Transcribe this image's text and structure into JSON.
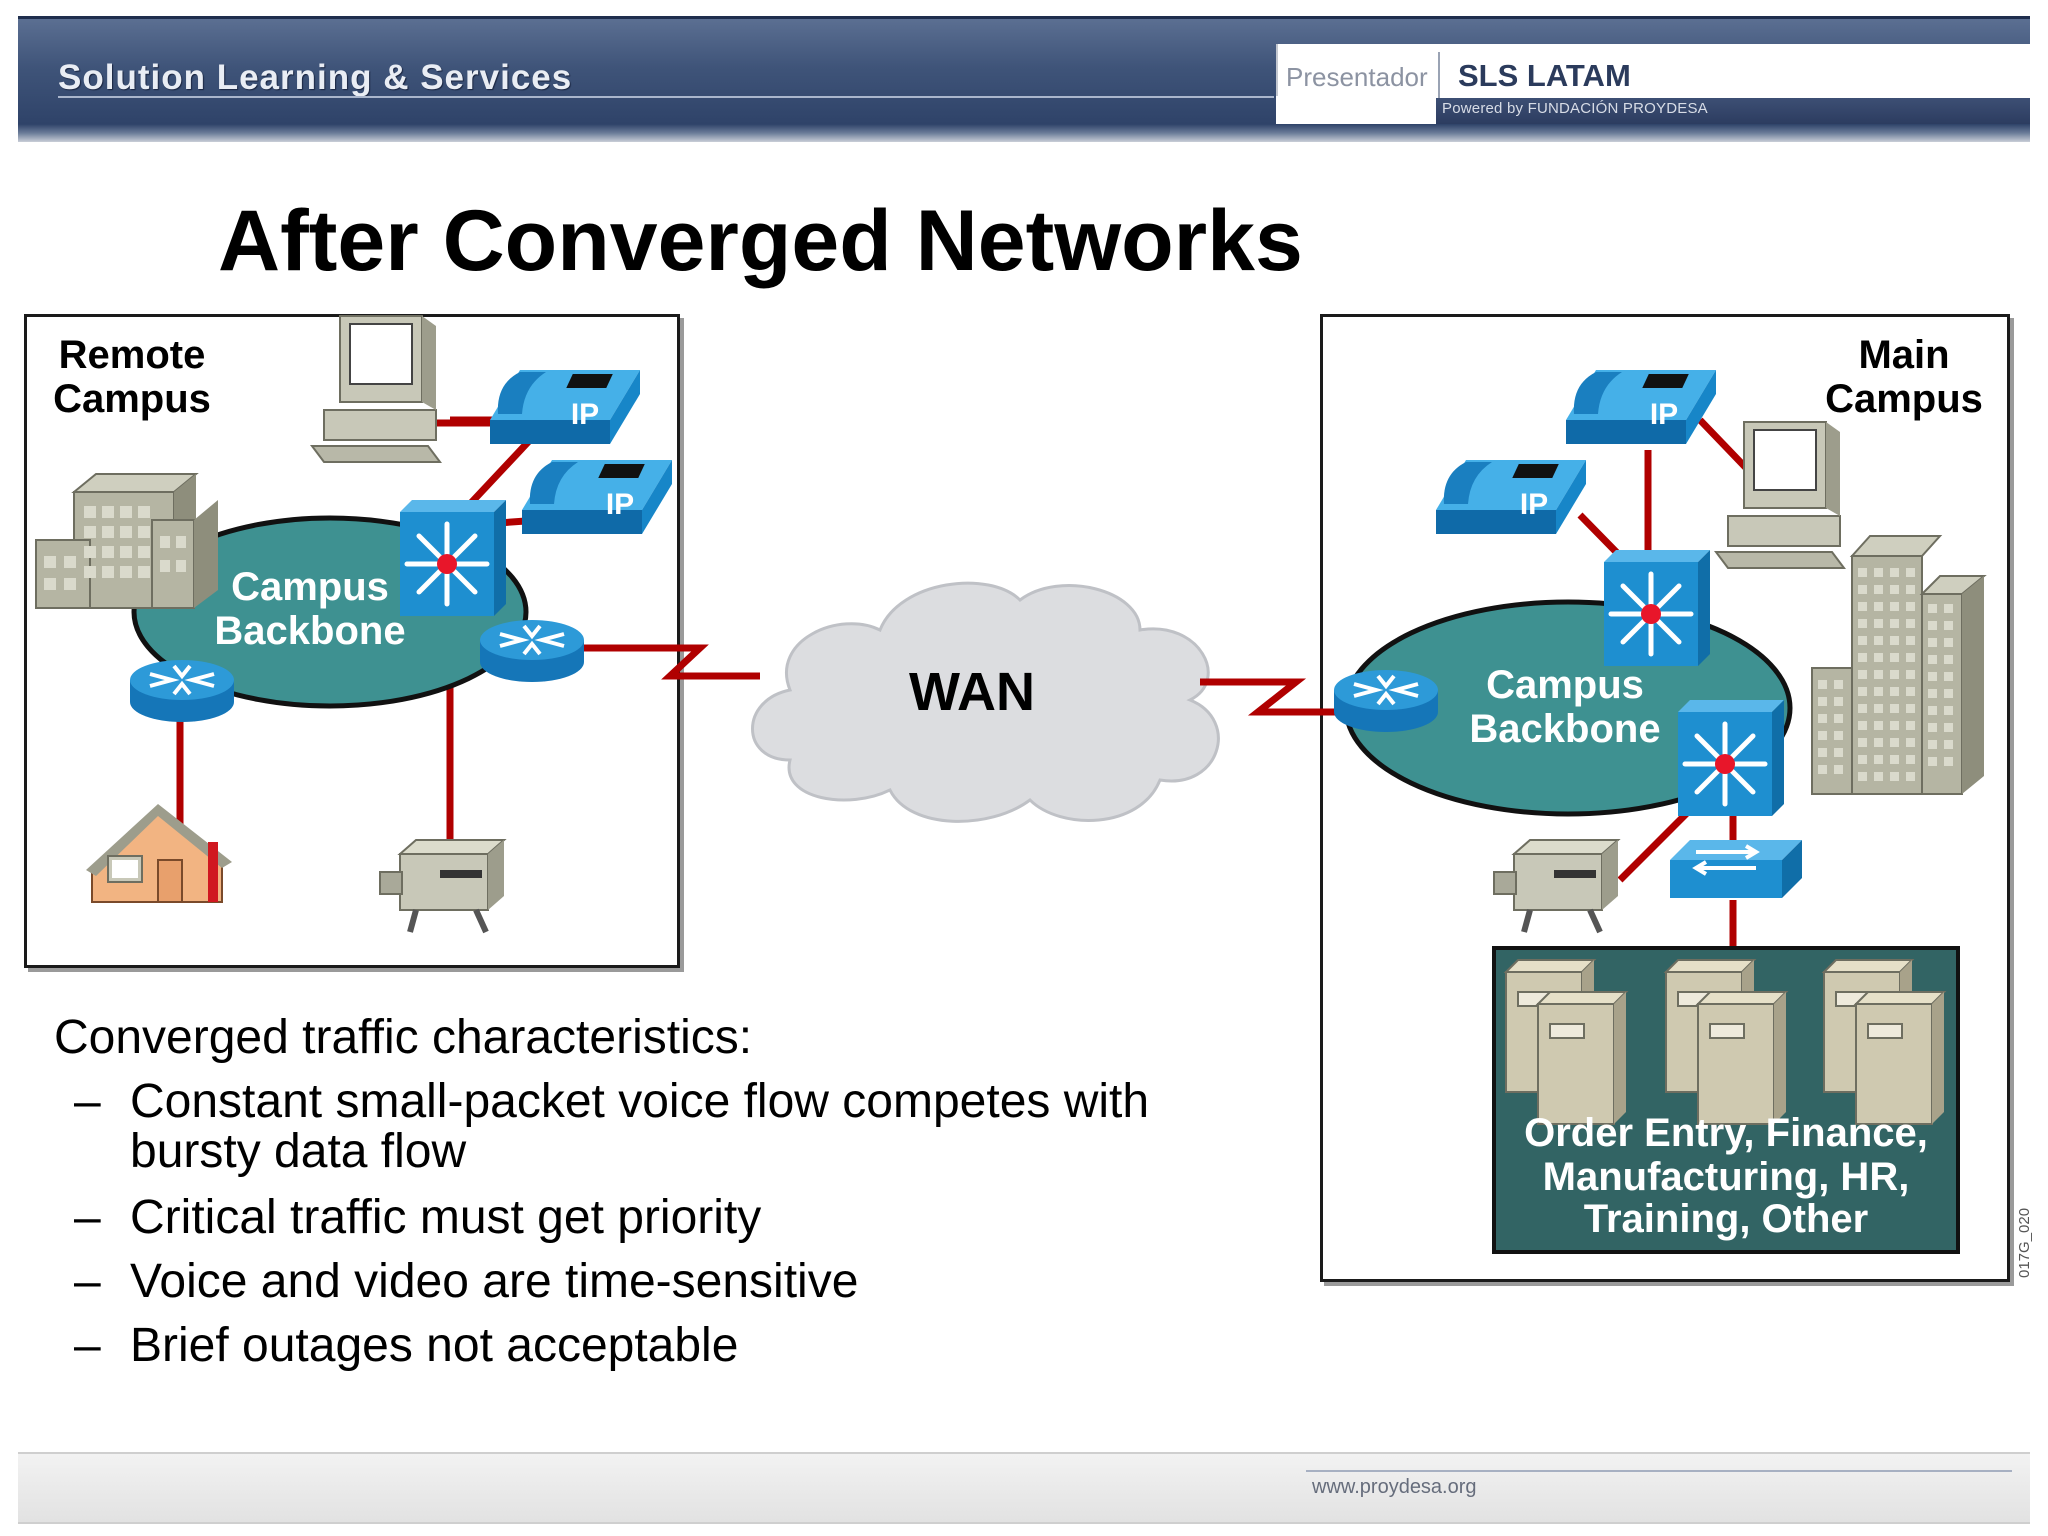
{
  "header": {
    "brand": "Solution Learning & Services",
    "presenter_label": "Presentador",
    "org": "SLS LATAM",
    "powered_by": "Powered by FUNDACIÓN PROYDESA"
  },
  "slide": {
    "title": "After Converged Networks"
  },
  "diagram": {
    "remote_campus_label": [
      "Remote",
      "Campus"
    ],
    "main_campus_label": [
      "Main",
      "Campus"
    ],
    "backbone_label": [
      "Campus",
      "Backbone"
    ],
    "wan_label": "WAN",
    "ip_label": "IP",
    "servers_label": [
      "Order Entry, Finance,",
      "Manufacturing, HR,",
      "Training, Other"
    ],
    "colors": {
      "link": "#b00000",
      "backbone": "#3e9191",
      "device": "#1e8fd0",
      "server_panel": "#326464",
      "cloud": "#dcdde0"
    }
  },
  "content": {
    "heading": "Converged traffic characteristics:",
    "bullets": [
      [
        "Constant small-packet voice flow competes with",
        "bursty data flow"
      ],
      [
        "Critical traffic must get priority"
      ],
      [
        "Voice and video are time-sensitive"
      ],
      [
        "Brief outages not acceptable"
      ]
    ],
    "dash": "–"
  },
  "footer": {
    "url": "www.proydesa.org",
    "figure_code": "017G_020"
  }
}
